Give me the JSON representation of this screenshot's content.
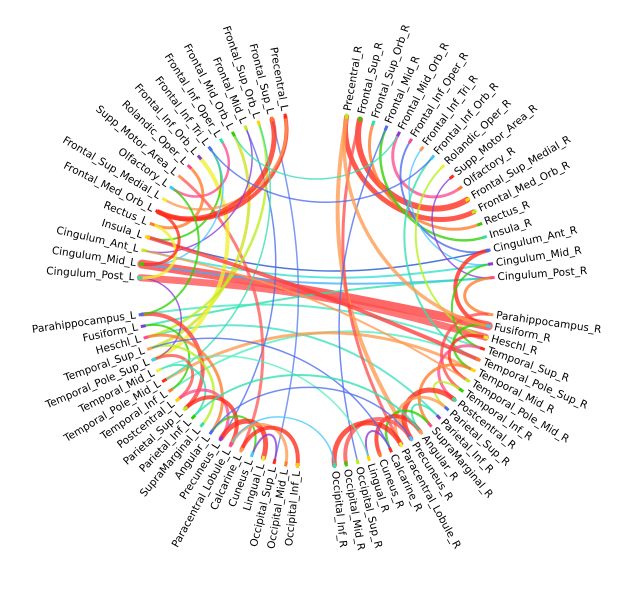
{
  "regions": {
    "left_top": [
      "Precentral_L",
      "Frontal_Sup_L",
      "Frontal_Sup_Orb_L",
      "Frontal_Mid_L",
      "Frontal_Mid_Orb_L",
      "Frontal_Inf_Oper_L",
      "Frontal_Inf_Tri_L",
      "Frontal_Inf_Orb_L",
      "Rolandic_Oper_L",
      "Supp_Motor_Area_L",
      "Olfactory_L",
      "Frontal_Sup_Medial_L",
      "Frontal_Med_Orb_L",
      "Rectus_L",
      "Insula_L",
      "Cingulum_Ant_L",
      "Cingulum_Mid_L",
      "Cingulum_Post_L"
    ],
    "left_bottom": [
      "Parahippocampus_L",
      "Fusiform_L",
      "Heschl_L",
      "Temporal_Sup_L",
      "Temporal_Pole_Sup_L",
      "Temporal_Mid_L",
      "Temporal_Pole_Mid_L",
      "Temporal_Inf_L",
      "Postcentral_L",
      "Parietal_Sup_L",
      "Parietal_Inf_L",
      "SupraMarginal_L",
      "Angular_L",
      "Precuneus_L",
      "Paracentral_Lobule_L",
      "Calcarine_L",
      "Cuneus_L",
      "Lingual_L",
      "Occipital_Sup_L",
      "Occipital_Mid_L",
      "Occipital_Inf_L"
    ],
    "right_top": [
      "Precentral_R",
      "Frontal_Sup_R",
      "Frontal_Sup_Orb_R",
      "Frontal_Mid_R",
      "Frontal_Mid_Orb_R",
      "Frontal_Inf_Oper_R",
      "Frontal_Inf_Tri_R",
      "Frontal_Inf_Orb_R",
      "Rolandic_Oper_R",
      "Supp_Motor_Area_R",
      "Olfactory_R",
      "Frontal_Sup_Medial_R",
      "Frontal_Med_Orb_R",
      "Rectus_R",
      "Insula_R",
      "Cingulum_Ant_R",
      "Cingulum_Mid_R",
      "Cingulum_Post_R"
    ],
    "right_bottom": [
      "Parahippocampus_R",
      "Fusiform_R",
      "Heschl_R",
      "Temporal_Sup_R",
      "Temporal_Pole_Sup_R",
      "Temporal_Mid_R",
      "Temporal_Pole_Mid_R",
      "Temporal_Inf_R",
      "Postcentral_R",
      "Parietal_Sup_R",
      "Parietal_Inf_R",
      "SupraMarginal_R",
      "Angular_R",
      "Precuneus_R",
      "Paracentral_Lobule_R",
      "Calcarine_R",
      "Cuneus_R",
      "Lingual_R",
      "Occipital_Sup_R",
      "Occipital_Mid_R",
      "Occipital_Inf_R"
    ]
  },
  "palette": [
    "#ff2a1a",
    "#ff7a2a",
    "#ffd400",
    "#b8ee1a",
    "#30d000",
    "#30e0b0",
    "#4a6cf0",
    "#8a3ad8",
    "#ff4a8a",
    "#ff9a50",
    "#40c8ff",
    "#f0f030"
  ],
  "connections": [
    {
      "a": "Cingulum_Mid_L",
      "b": "Fusiform_R",
      "color": "#ff3c3c",
      "weight": 9
    },
    {
      "a": "Cingulum_Post_L",
      "b": "Heschl_R",
      "color": "#ff5050",
      "weight": 7
    },
    {
      "a": "Cingulum_Ant_L",
      "b": "Cingulum_Mid_R",
      "color": "#30e0d0",
      "weight": 2
    },
    {
      "a": "Cingulum_Mid_L",
      "b": "Cingulum_Post_R",
      "color": "#40b0ff",
      "weight": 2
    },
    {
      "a": "Insula_L",
      "b": "Cingulum_Ant_R",
      "color": "#1850d0",
      "weight": 1.5
    },
    {
      "a": "Fusiform_L",
      "b": "Cingulum_Post_R",
      "color": "#30e0b0",
      "weight": 2
    },
    {
      "a": "Parahippocampus_L",
      "b": "Temporal_Sup_R",
      "color": "#40e8c0",
      "weight": 2
    },
    {
      "a": "Temporal_Inf_L",
      "b": "Temporal_Pole_Sup_R",
      "color": "#50f0c0",
      "weight": 2
    },
    {
      "a": "Heschl_L",
      "b": "Parietal_Inf_R",
      "color": "#40e0c0",
      "weight": 2
    },
    {
      "a": "Temporal_Pole_Mid_L",
      "b": "Temporal_Mid_R",
      "color": "#ff9a50",
      "weight": 3
    },
    {
      "a": "Frontal_Mid_L",
      "b": "Precuneus_L",
      "color": "#4a6cf0",
      "weight": 1.5
    },
    {
      "a": "Frontal_Sup_L",
      "b": "Occipital_Sup_L",
      "color": "#5a7cf0",
      "weight": 1.5
    },
    {
      "a": "Supp_Motor_Area_L",
      "b": "Calcarine_L",
      "color": "#ff5a5a",
      "weight": 3
    },
    {
      "a": "Frontal_Mid_Orb_L",
      "b": "Temporal_Sup_L",
      "color": "#d0e020",
      "weight": 3
    },
    {
      "a": "Frontal_Inf_Orb_L",
      "b": "Temporal_Pole_Sup_L",
      "color": "#f0f030",
      "weight": 4
    },
    {
      "a": "Frontal_Sup_Orb_L",
      "b": "Heschl_L",
      "color": "#b8ee1a",
      "weight": 2.5
    },
    {
      "a": "Precentral_L",
      "b": "Frontal_Med_Orb_L",
      "color": "#ff2a1a",
      "weight": 4
    },
    {
      "a": "Frontal_Inf_Tri_L",
      "b": "Insula_L",
      "color": "#30d000",
      "weight": 2
    },
    {
      "a": "Frontal_Inf_Oper_L",
      "b": "Olfactory_L",
      "color": "#ff4a8a",
      "weight": 2.5
    },
    {
      "a": "Rolandic_Oper_L",
      "b": "Rectus_L",
      "color": "#ff7a2a",
      "weight": 3
    },
    {
      "a": "Precentral_L",
      "b": "Frontal_Sup_Medial_L",
      "color": "#ff9a50",
      "weight": 2.5
    },
    {
      "a": "Frontal_Sup_L",
      "b": "Frontal_Med_Orb_L",
      "color": "#ff2a1a",
      "weight": 5
    },
    {
      "a": "Frontal_Mid_L",
      "b": "Cingulum_Ant_L",
      "color": "#8a3ad8",
      "weight": 1.5
    },
    {
      "a": "Frontal_Inf_Tri_L",
      "b": "Cingulum_Mid_L",
      "color": "#40c8ff",
      "weight": 1.5
    },
    {
      "a": "Frontal_Sup_Orb_L",
      "b": "Temporal_Pole_Mid_L",
      "color": "#30e0b0",
      "weight": 1.5
    },
    {
      "a": "Cingulum_Post_L",
      "b": "Temporal_Pole_Sup_L",
      "color": "#8a3ad8",
      "weight": 1.5
    },
    {
      "a": "Fusiform_L",
      "b": "Temporal_Inf_L",
      "color": "#30d000",
      "weight": 2
    },
    {
      "a": "Parahippocampus_L",
      "b": "Parietal_Sup_L",
      "color": "#ff3c3c",
      "weight": 4
    },
    {
      "a": "Heschl_L",
      "b": "Angular_L",
      "color": "#ff7a2a",
      "weight": 3
    },
    {
      "a": "Temporal_Sup_L",
      "b": "SupraMarginal_L",
      "color": "#b8ee1a",
      "weight": 2.5
    },
    {
      "a": "Temporal_Pole_Sup_L",
      "b": "Postcentral_L",
      "color": "#ff5050",
      "weight": 3
    },
    {
      "a": "Temporal_Mid_L",
      "b": "Parietal_Inf_L",
      "color": "#30e0b0",
      "weight": 2
    },
    {
      "a": "Postcentral_L",
      "b": "Precuneus_L",
      "color": "#ff4a8a",
      "weight": 3
    },
    {
      "a": "Parietal_Sup_L",
      "b": "Paracentral_Lobule_L",
      "color": "#ff2a1a",
      "weight": 4
    },
    {
      "a": "Angular_L",
      "b": "Cuneus_L",
      "color": "#30d000",
      "weight": 2
    },
    {
      "a": "Precuneus_L",
      "b": "Lingual_L",
      "color": "#ff2a1a",
      "weight": 5
    },
    {
      "a": "Paracentral_Lobule_L",
      "b": "Occipital_Mid_L",
      "color": "#ff9a50",
      "weight": 3
    },
    {
      "a": "Calcarine_L",
      "b": "Occipital_Inf_L",
      "color": "#ff2a1a",
      "weight": 4
    },
    {
      "a": "Cuneus_L",
      "b": "Occipital_Sup_L",
      "color": "#8a3ad8",
      "weight": 2
    },
    {
      "a": "Precentral_R",
      "b": "Frontal_Med_Orb_R",
      "color": "#ff2a1a",
      "weight": 5
    },
    {
      "a": "Frontal_Sup_R",
      "b": "Frontal_Sup_Medial_R",
      "color": "#ff2a1a",
      "weight": 6
    },
    {
      "a": "Frontal_Sup_Orb_R",
      "b": "Rectus_R",
      "color": "#ff7a2a",
      "weight": 3
    },
    {
      "a": "Frontal_Mid_R",
      "b": "Insula_R",
      "color": "#30d000",
      "weight": 2.5
    },
    {
      "a": "Frontal_Mid_Orb_R",
      "b": "Olfactory_R",
      "color": "#ff4a8a",
      "weight": 3
    },
    {
      "a": "Frontal_Inf_Oper_R",
      "b": "Cingulum_Ant_R",
      "color": "#4a6cf0",
      "weight": 2
    },
    {
      "a": "Frontal_Inf_Tri_R",
      "b": "Cingulum_Mid_R",
      "color": "#40c8ff",
      "weight": 1.5
    },
    {
      "a": "Supp_Motor_Area_R",
      "b": "Cingulum_Post_R",
      "color": "#8a3ad8",
      "weight": 1.5
    },
    {
      "a": "Precentral_R",
      "b": "Precuneus_R",
      "color": "#ff9a50",
      "weight": 4
    },
    {
      "a": "Frontal_Sup_R",
      "b": "Paracentral_Lobule_R",
      "color": "#ff5050",
      "weight": 3
    },
    {
      "a": "Frontal_Mid_R",
      "b": "Occipital_Sup_R",
      "color": "#4a6cf0",
      "weight": 1.5
    },
    {
      "a": "Rolandic_Oper_R",
      "b": "Heschl_R",
      "color": "#b8ee1a",
      "weight": 2
    },
    {
      "a": "Frontal_Inf_Orb_R",
      "b": "Temporal_Pole_Sup_R",
      "color": "#30e0b0",
      "weight": 2
    },
    {
      "a": "Cingulum_Ant_R",
      "b": "Fusiform_R",
      "color": "#ff2a1a",
      "weight": 4
    },
    {
      "a": "Cingulum_Mid_R",
      "b": "Temporal_Sup_R",
      "color": "#30d000",
      "weight": 2
    },
    {
      "a": "Cingulum_Post_R",
      "b": "Parahippocampus_R",
      "color": "#ff7a2a",
      "weight": 3
    },
    {
      "a": "Parahippocampus_R",
      "b": "Temporal_Inf_R",
      "color": "#ff5050",
      "weight": 3
    },
    {
      "a": "Fusiform_R",
      "b": "Temporal_Mid_R",
      "color": "#30d000",
      "weight": 2.5
    },
    {
      "a": "Heschl_R",
      "b": "Temporal_Pole_Mid_R",
      "color": "#ff2a1a",
      "weight": 3
    },
    {
      "a": "Temporal_Sup_R",
      "b": "Postcentral_R",
      "color": "#ff4a8a",
      "weight": 3
    },
    {
      "a": "Temporal_Mid_R",
      "b": "SupraMarginal_R",
      "color": "#ff7a2a",
      "weight": 3
    },
    {
      "a": "Temporal_Inf_R",
      "b": "Parietal_Sup_R",
      "color": "#b8ee1a",
      "weight": 2
    },
    {
      "a": "Postcentral_R",
      "b": "Precuneus_R",
      "color": "#ff2a1a",
      "weight": 5
    },
    {
      "a": "Parietal_Sup_R",
      "b": "Paracentral_Lobule_R",
      "color": "#ff9a50",
      "weight": 3
    },
    {
      "a": "Parietal_Inf_R",
      "b": "Angular_R",
      "color": "#30e0b0",
      "weight": 2
    },
    {
      "a": "SupraMarginal_R",
      "b": "Calcarine_R",
      "color": "#30d000",
      "weight": 2.5
    },
    {
      "a": "Angular_R",
      "b": "Cuneus_R",
      "color": "#ff2a1a",
      "weight": 4
    },
    {
      "a": "Precuneus_R",
      "b": "Occipital_Mid_R",
      "color": "#ff5050",
      "weight": 4
    },
    {
      "a": "Paracentral_Lobule_R",
      "b": "Occipital_Inf_R",
      "color": "#ff2a1a",
      "weight": 5
    },
    {
      "a": "Calcarine_R",
      "b": "Lingual_R",
      "color": "#8a3ad8",
      "weight": 2
    },
    {
      "a": "Temporal_Sup_L",
      "b": "Calcarine_R",
      "color": "#4a6cf0",
      "weight": 1.5
    },
    {
      "a": "Temporal_Mid_L",
      "b": "Lingual_R",
      "color": "#50f0c0",
      "weight": 1.5
    },
    {
      "a": "Parietal_Inf_L",
      "b": "Angular_R",
      "color": "#30e0b0",
      "weight": 2
    },
    {
      "a": "Angular_L",
      "b": "Precuneus_R",
      "color": "#4a6cf0",
      "weight": 1.5
    },
    {
      "a": "Frontal_Mid_Orb_L",
      "b": "Frontal_Mid_Orb_R",
      "color": "#30e0b0",
      "weight": 1.5
    },
    {
      "a": "Frontal_Inf_Tri_L",
      "b": "Frontal_Inf_Orb_R",
      "color": "#4a6cf0",
      "weight": 1.5
    },
    {
      "a": "Insula_L",
      "b": "Temporal_Pole_Sup_R",
      "color": "#ff3c3c",
      "weight": 4
    },
    {
      "a": "Cingulum_Ant_L",
      "b": "Temporal_Pole_Mid_R",
      "color": "#ff9a50",
      "weight": 2
    },
    {
      "a": "Precentral_R",
      "b": "Fusiform_R",
      "color": "#ff9a50",
      "weight": 3.5
    },
    {
      "a": "Rectus_L",
      "b": "Cingulum_Post_L",
      "color": "#f0f030",
      "weight": 3
    },
    {
      "a": "Frontal_Med_Orb_L",
      "b": "Cingulum_Mid_L",
      "color": "#ff2a1a",
      "weight": 3
    },
    {
      "a": "Olfactory_L",
      "b": "Parahippocampus_L",
      "color": "#30d000",
      "weight": 2
    },
    {
      "a": "Paracentral_Lobule_L",
      "b": "Occipital_Inf_R",
      "color": "#40c8ff",
      "weight": 1.5
    }
  ]
}
